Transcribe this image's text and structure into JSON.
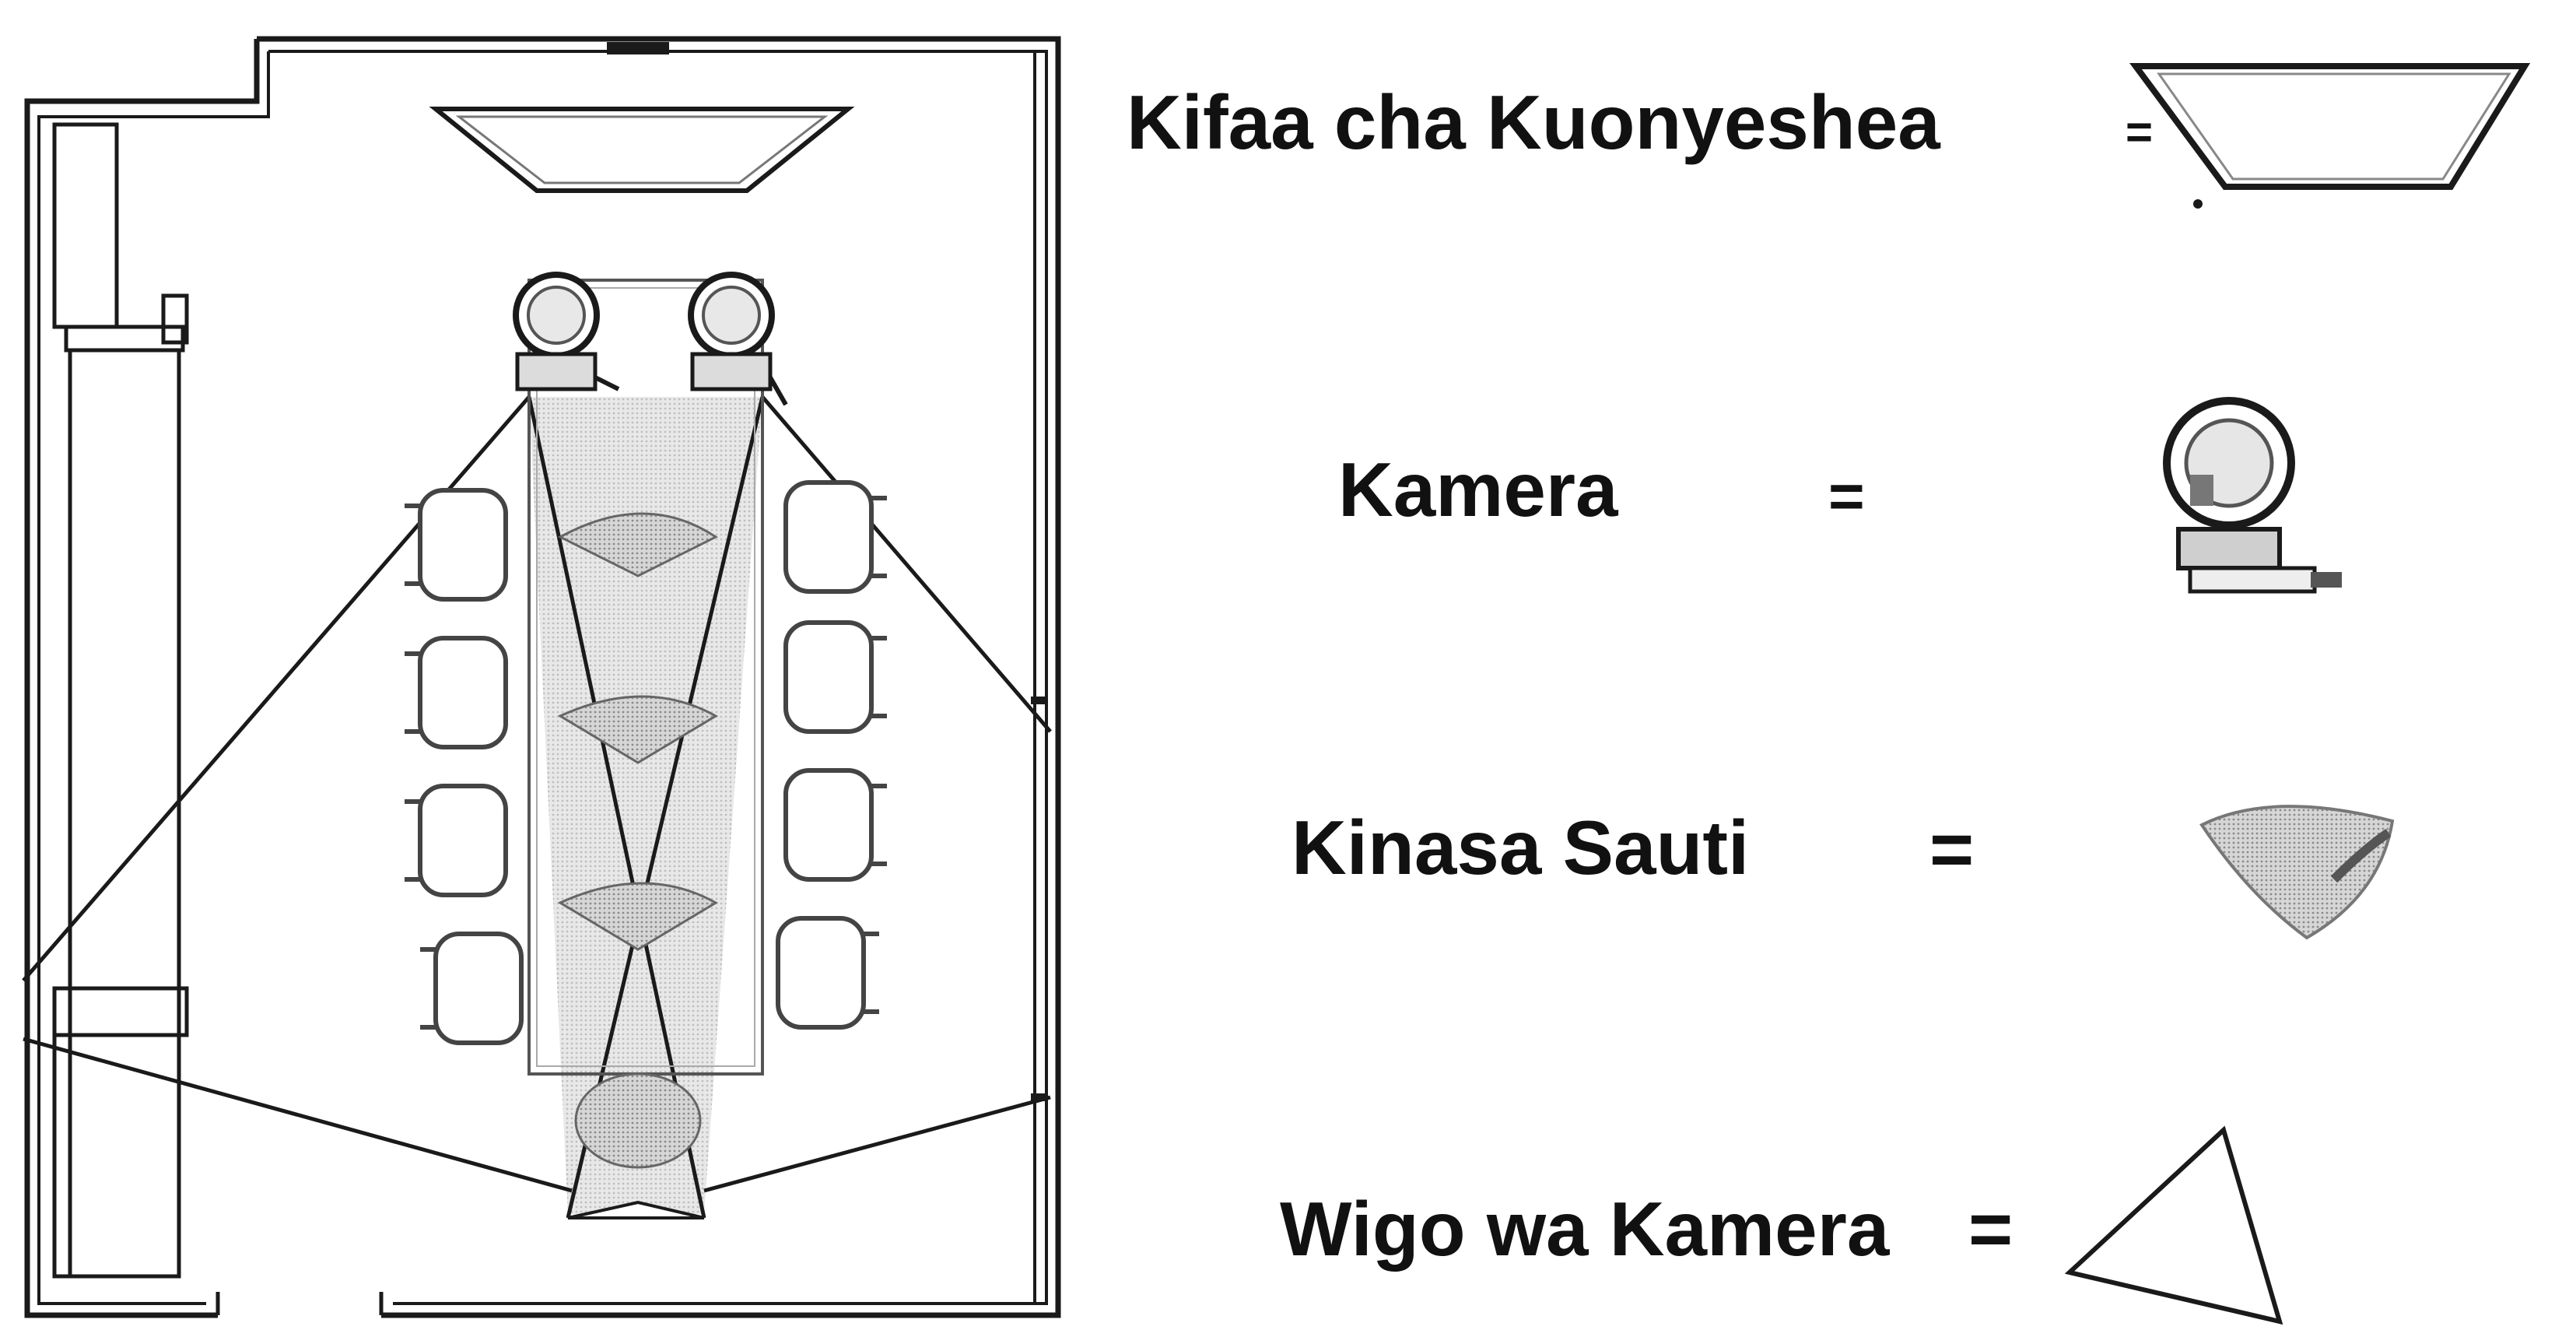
{
  "legend": {
    "display": {
      "label": "Kifaa cha Kuonyeshea",
      "symbol": "=",
      "icon": "display-screen-icon"
    },
    "camera": {
      "label": "Kamera",
      "symbol": "=",
      "icon": "camera-icon"
    },
    "microphone": {
      "label": "Kinasa Sauti",
      "symbol": "=",
      "icon": "microphone-icon"
    },
    "camera_range": {
      "label": "Wigo wa Kamera",
      "symbol": "=",
      "icon": "camera-range-triangle-icon"
    }
  },
  "colors": {
    "line": "#1a1a1a",
    "fill": "#cfcfcf",
    "background": "#ffffff"
  }
}
